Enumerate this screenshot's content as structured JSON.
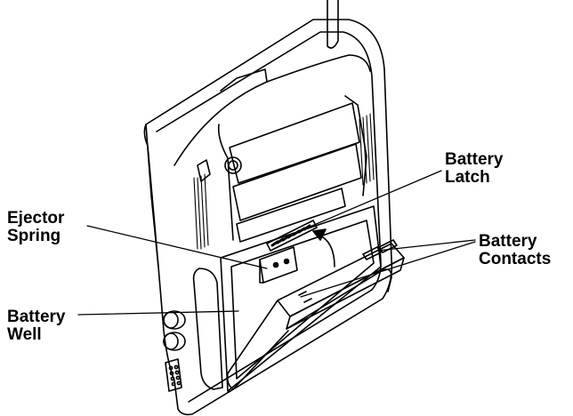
{
  "labels": {
    "battery_latch": [
      "Battery",
      "Latch"
    ],
    "ejector_spring": [
      "Ejector",
      "Spring"
    ],
    "battery_contacts": [
      "Battery",
      "Contacts"
    ],
    "battery_well": [
      "Battery",
      "Well"
    ]
  }
}
